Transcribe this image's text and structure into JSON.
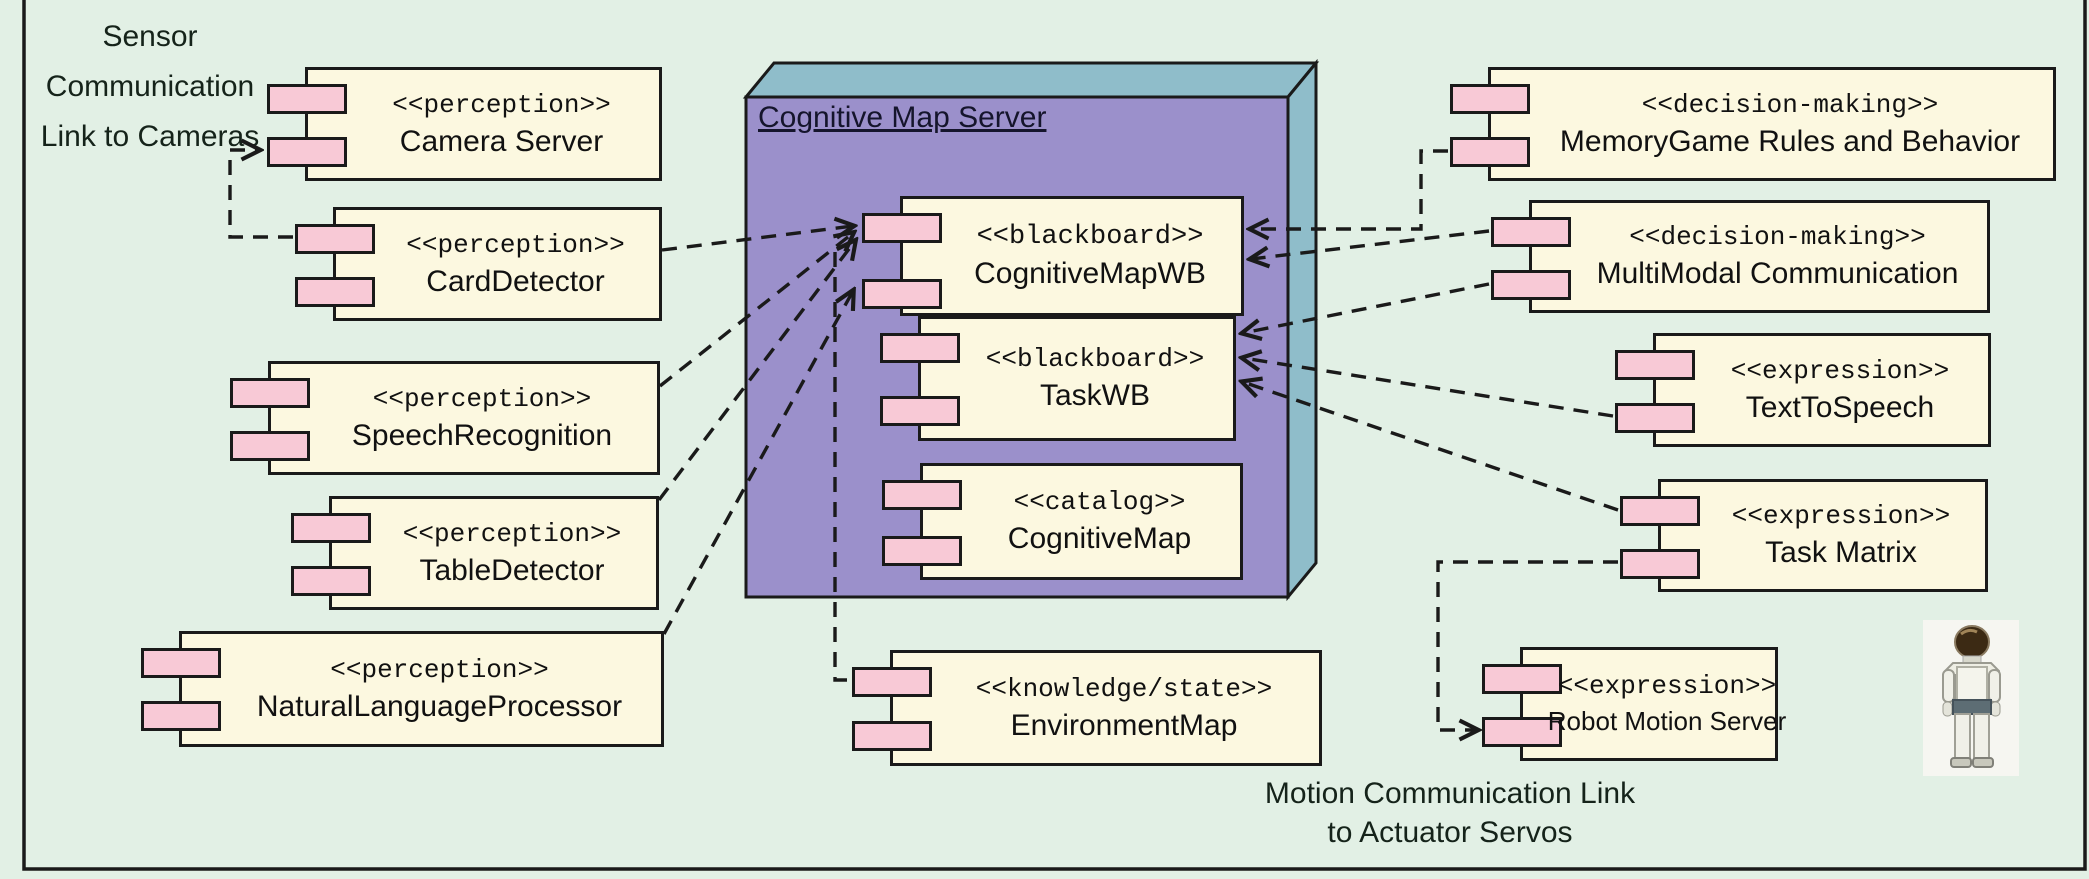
{
  "figure": {
    "labels": {
      "sensor_link": [
        "Sensor",
        "Communication",
        "Link to Cameras"
      ],
      "motion_link": [
        "Motion Communication Link",
        "to Actuator Servos"
      ]
    },
    "server": {
      "title": "Cognitive Map Server"
    },
    "components": [
      {
        "id": "camera-server",
        "stereotype": "<<perception>>",
        "name": "Camera Server",
        "region": "left"
      },
      {
        "id": "card-detector",
        "stereotype": "<<perception>>",
        "name": "CardDetector",
        "region": "left"
      },
      {
        "id": "speech-recognition",
        "stereotype": "<<perception>>",
        "name": "SpeechRecognition",
        "region": "left"
      },
      {
        "id": "table-detector",
        "stereotype": "<<perception>>",
        "name": "TableDetector",
        "region": "left"
      },
      {
        "id": "natural-language-processor",
        "stereotype": "<<perception>>",
        "name": "NaturalLanguageProcessor",
        "region": "left"
      },
      {
        "id": "cognitive-map-wb",
        "stereotype": "<<blackboard>>",
        "name": "CognitiveMapWB",
        "region": "cognitive-map-server"
      },
      {
        "id": "task-wb",
        "stereotype": "<<blackboard>>",
        "name": "TaskWB",
        "region": "cognitive-map-server"
      },
      {
        "id": "cognitive-map",
        "stereotype": "<<catalog>>",
        "name": "CognitiveMap",
        "region": "cognitive-map-server"
      },
      {
        "id": "environment-map",
        "stereotype": "<<knowledge/state>>",
        "name": "EnvironmentMap",
        "region": "bottom-center"
      },
      {
        "id": "memory-game-rules",
        "stereotype": "<<decision-making>>",
        "name": "MemoryGame Rules and Behavior",
        "region": "right"
      },
      {
        "id": "multimodal-communication",
        "stereotype": "<<decision-making>>",
        "name": "MultiModal Communication",
        "region": "right"
      },
      {
        "id": "text-to-speech",
        "stereotype": "<<expression>>",
        "name": "TextToSpeech",
        "region": "right"
      },
      {
        "id": "task-matrix",
        "stereotype": "<<expression>>",
        "name": "Task Matrix",
        "region": "right"
      },
      {
        "id": "robot-motion-server",
        "stereotype": "<<expression>>",
        "name": "Robot Motion Server",
        "region": "right"
      }
    ],
    "connections": [
      {
        "from": "card-detector",
        "to": "camera-server",
        "style": "dashed",
        "arrow": true
      },
      {
        "from": "card-detector",
        "to": "cognitive-map-wb",
        "style": "dashed",
        "arrow": true
      },
      {
        "from": "speech-recognition",
        "to": "cognitive-map-wb",
        "style": "dashed",
        "arrow": true
      },
      {
        "from": "table-detector",
        "to": "cognitive-map-wb",
        "style": "dashed",
        "arrow": true
      },
      {
        "from": "natural-language-processor",
        "to": "cognitive-map-wb",
        "style": "dashed",
        "arrow": true
      },
      {
        "from": "cognitive-map-wb",
        "to": "environment-map",
        "style": "dashed",
        "arrow": false
      },
      {
        "from": "memory-game-rules",
        "to": "cognitive-map-wb",
        "style": "dashed",
        "arrow": true
      },
      {
        "from": "multimodal-communication",
        "to": "cognitive-map-wb",
        "style": "dashed",
        "arrow": true
      },
      {
        "from": "multimodal-communication",
        "to": "task-wb",
        "style": "dashed",
        "arrow": true
      },
      {
        "from": "text-to-speech",
        "to": "task-wb",
        "style": "dashed",
        "arrow": true
      },
      {
        "from": "task-matrix",
        "to": "task-wb",
        "style": "dashed",
        "arrow": true
      },
      {
        "from": "task-matrix",
        "to": "robot-motion-server",
        "style": "dashed",
        "arrow": true
      }
    ],
    "icons": {
      "robot_image": "asimo-humanoid-robot-photo"
    },
    "colors": {
      "background": "#e2f0e5",
      "component_fill": "#fcf8e0",
      "port_fill": "#f8c9d6",
      "server_front": "#9b90cb",
      "server_side": "#8fbdca",
      "line": "#1a1a1a"
    }
  }
}
